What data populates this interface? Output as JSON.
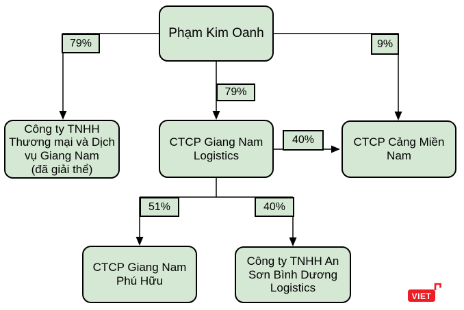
{
  "diagram": {
    "type": "ownership-org-chart",
    "nodes": {
      "owner": {
        "label": "Phạm Kim Oanh"
      },
      "giang_nam_trading": {
        "label": "Công ty TNHH Thương mại và Dịch vụ Giang Nam\n(đã giải thể)"
      },
      "giang_nam_logistics": {
        "label": "CTCP Giang Nam Logistics"
      },
      "cang_mien_nam": {
        "label": "CTCP Cảng Miền Nam"
      },
      "giang_nam_phu_huu": {
        "label": "CTCP Giang Nam Phú Hữu"
      },
      "an_son_binh_duong": {
        "label": "Công ty TNHH An Sơn Bình Dương Logistics"
      }
    },
    "edges": {
      "owner_to_trading": {
        "from": "Phạm Kim Oanh",
        "to": "Công ty TNHH Thương mại và Dịch vụ Giang Nam (đã giải thể)",
        "label": "79%"
      },
      "owner_to_logistics": {
        "from": "Phạm Kim Oanh",
        "to": "CTCP Giang Nam Logistics",
        "label": "79%"
      },
      "owner_to_cang_mien_nam": {
        "from": "Phạm Kim Oanh",
        "to": "CTCP Cảng Miền Nam",
        "label": "9%"
      },
      "logistics_to_cang": {
        "from": "CTCP Giang Nam Logistics",
        "to": "CTCP Cảng Miền Nam",
        "label": "40%"
      },
      "logistics_to_phu_huu": {
        "from": "CTCP Giang Nam Logistics",
        "to": "CTCP Giang Nam Phú Hữu",
        "label": "51%"
      },
      "logistics_to_an_son": {
        "from": "CTCP Giang Nam Logistics",
        "to": "Công ty TNHH An Sơn Bình Dương Logistics",
        "label": "40%"
      }
    },
    "colors": {
      "node_fill": "#d5e8d4",
      "node_border": "#000000",
      "connector": "#000000",
      "logo_background": "#ee1c25",
      "logo_text_color": "#ffffff"
    },
    "logo": {
      "text": "VIET"
    }
  }
}
